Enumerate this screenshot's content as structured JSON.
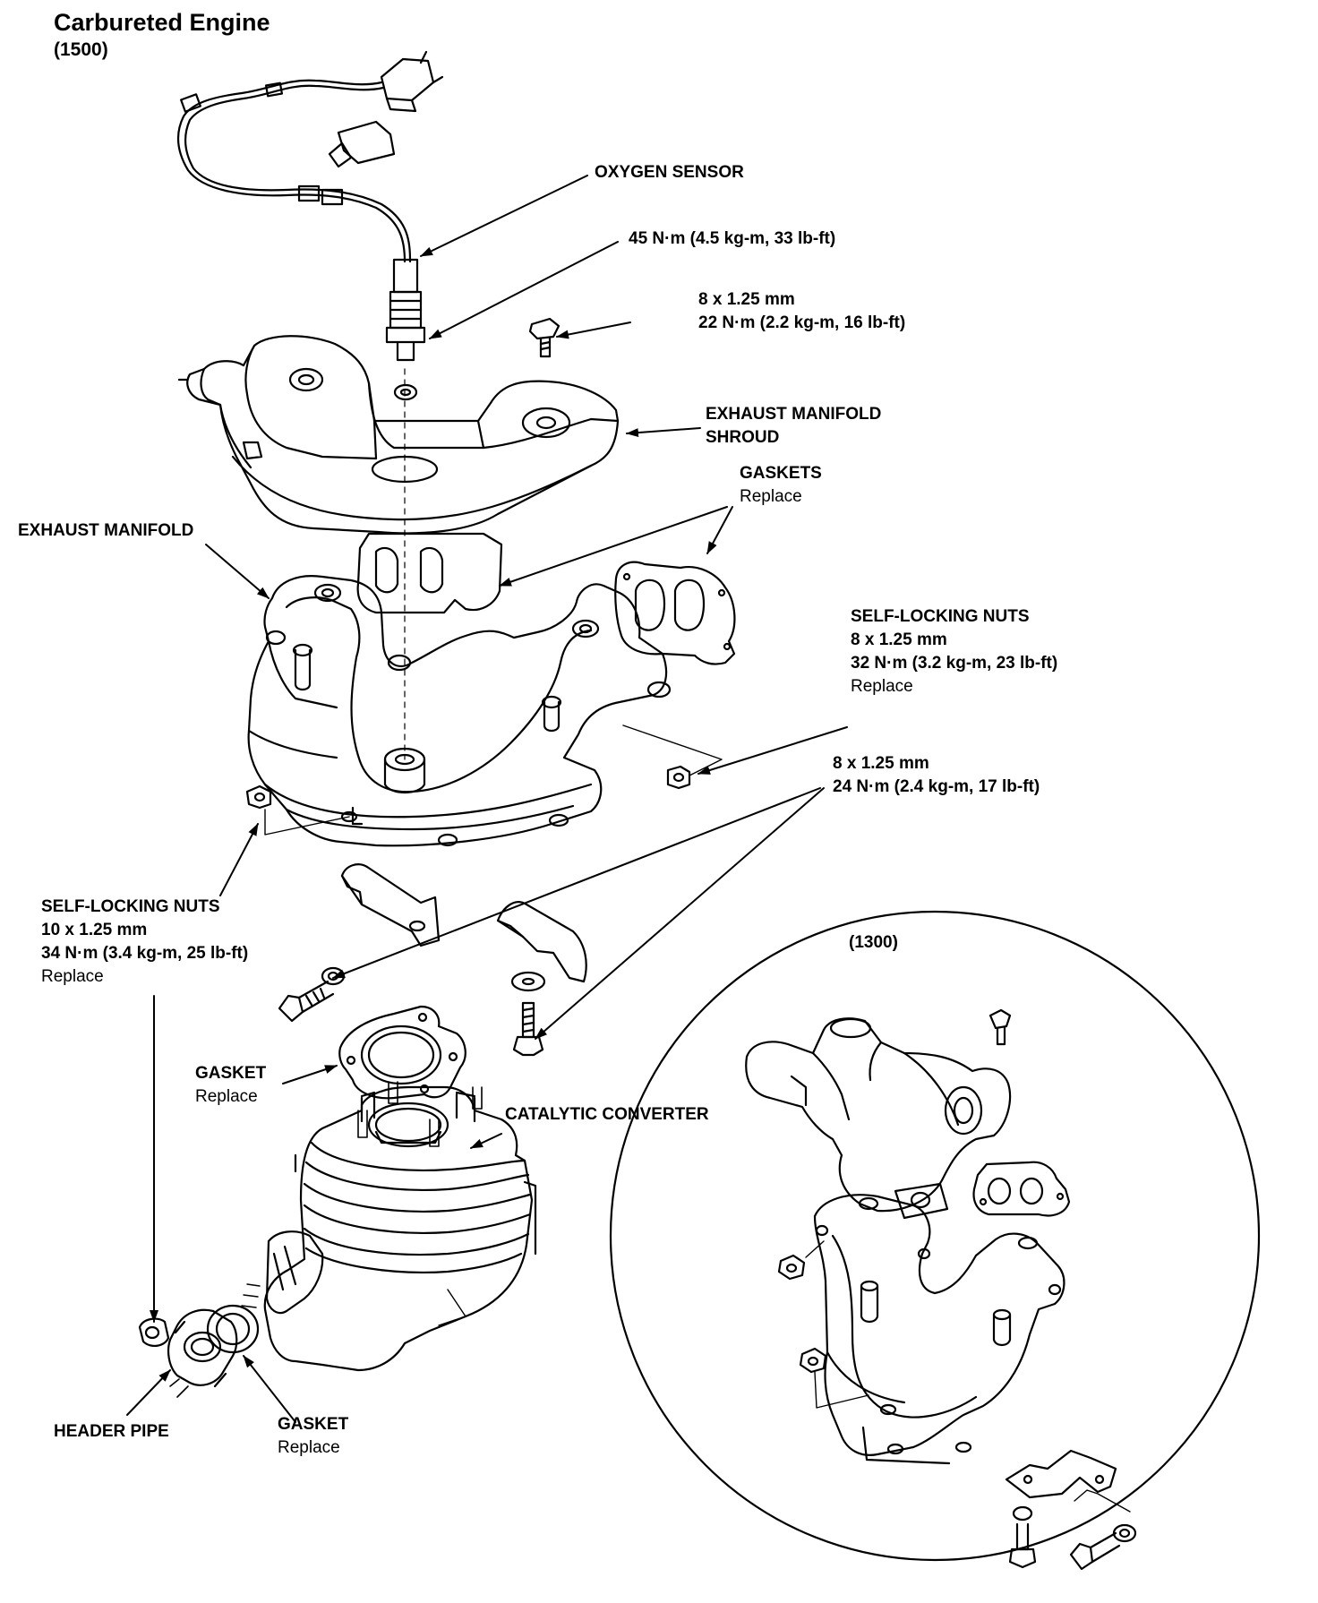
{
  "header": {
    "title": "Carbureted Engine",
    "variant": "(1500)"
  },
  "inset": {
    "variant": "(1300)"
  },
  "labels": {
    "oxygen_sensor": "OXYGEN SENSOR",
    "sensor_torque": "45 N·m  (4.5 kg-m, 33 lb-ft)",
    "shroud_bolt_size": "8 x 1.25 mm",
    "shroud_bolt_torque": "22 N·m (2.2 kg-m, 16 lb-ft)",
    "shroud_line1": "EXHAUST MANIFOLD",
    "shroud_line2": "SHROUD",
    "gaskets": "GASKETS",
    "gaskets_note": "Replace",
    "exhaust_manifold": "EXHAUST MANIFOLD",
    "upper_nuts": "SELF-LOCKING NUTS",
    "upper_nuts_size": "8 x 1.25 mm",
    "upper_nuts_torque": "32 N·m (3.2 kg-m, 23 lb-ft)",
    "upper_nuts_note": "Replace",
    "bracket_bolt_size": "8 x 1.25 mm",
    "bracket_bolt_torque": "24 N·m (2.4 kg-m, 17 lb-ft)",
    "lower_nuts": "SELF-LOCKING NUTS",
    "lower_nuts_size": "10 x 1.25 mm",
    "lower_nuts_torque": "34 N·m (3.4 kg-m, 25 lb-ft)",
    "lower_nuts_note": "Replace",
    "cat_gasket": "GASKET",
    "cat_gasket_note": "Replace",
    "catalytic_converter": "CATALYTIC CONVERTER",
    "header_pipe": "HEADER PIPE",
    "pipe_gasket": "GASKET",
    "pipe_gasket_note": "Replace"
  }
}
